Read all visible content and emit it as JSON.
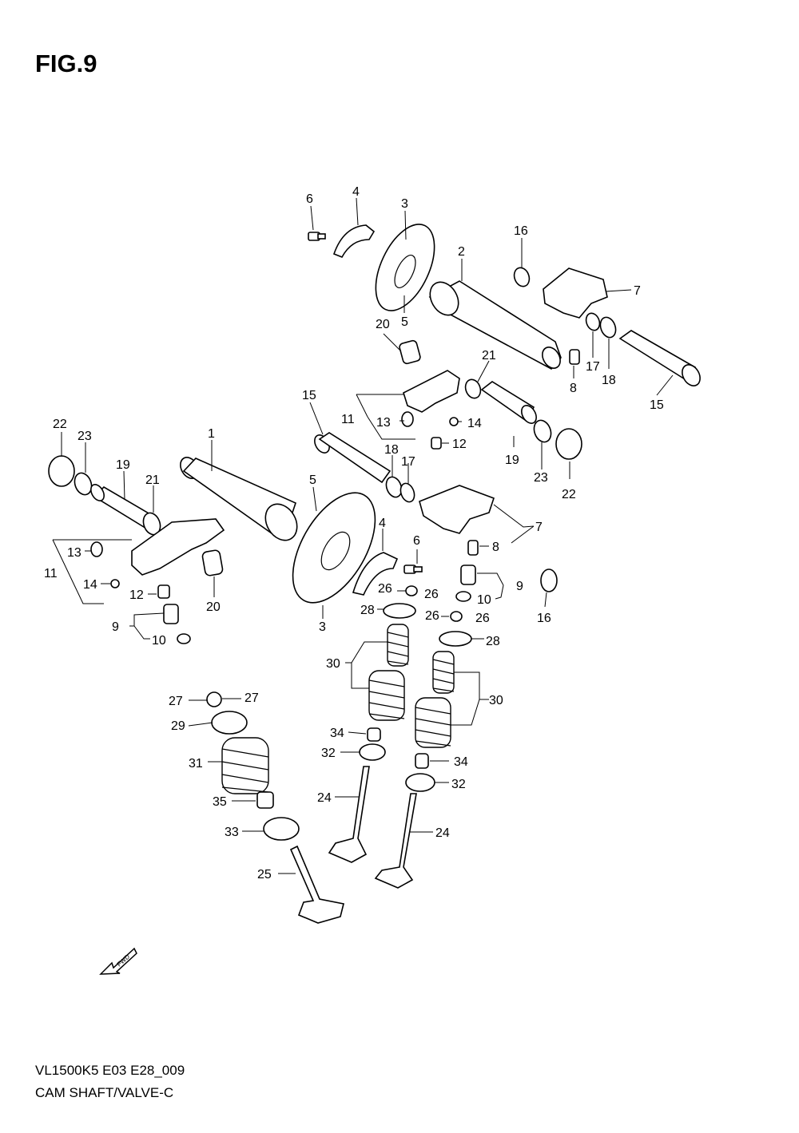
{
  "figure": {
    "title": "FIG.9"
  },
  "footer": {
    "code": "VL1500K5 E03 E28_009",
    "title": "CAM SHAFT/VALVE-C"
  },
  "fwd_label": "FWD",
  "callouts": {
    "c6a": "6",
    "c4a": "4",
    "c3a": "3",
    "c16a": "16",
    "c2": "2",
    "c7a": "7",
    "c5a": "5",
    "c20a": "20",
    "c21a": "21",
    "c17a": "17",
    "c8a": "8",
    "c18a": "18",
    "c15a": "15",
    "c15b": "15",
    "c11a": "11",
    "c13a": "13",
    "c14a": "14",
    "c12a": "12",
    "c22a": "22",
    "c23a": "23",
    "c1": "1",
    "c18b": "18",
    "c17b": "17",
    "c19a": "19",
    "c23b": "23",
    "c22b": "22",
    "c19b": "19",
    "c21b": "21",
    "c5b": "5",
    "c7b": "7",
    "c6b": "6",
    "c4b": "4",
    "c8b": "8",
    "c13b": "13",
    "c11b": "11",
    "c14b": "14",
    "c12b": "12",
    "c20b": "20",
    "c9a": "9",
    "c10a": "10",
    "c3b": "3",
    "c26a": "26",
    "c26b": "26",
    "c9b": "9",
    "c10b": "10",
    "c16b": "16",
    "c28a": "28",
    "c26c": "26",
    "c26d": "26",
    "c28b": "28",
    "c30a": "30",
    "c30b": "30",
    "c27a": "27",
    "c27b": "27",
    "c29": "29",
    "c34a": "34",
    "c32a": "32",
    "c31": "31",
    "c34b": "34",
    "c35": "35",
    "c32b": "32",
    "c24a": "24",
    "c33": "33",
    "c24b": "24",
    "c25": "25"
  }
}
